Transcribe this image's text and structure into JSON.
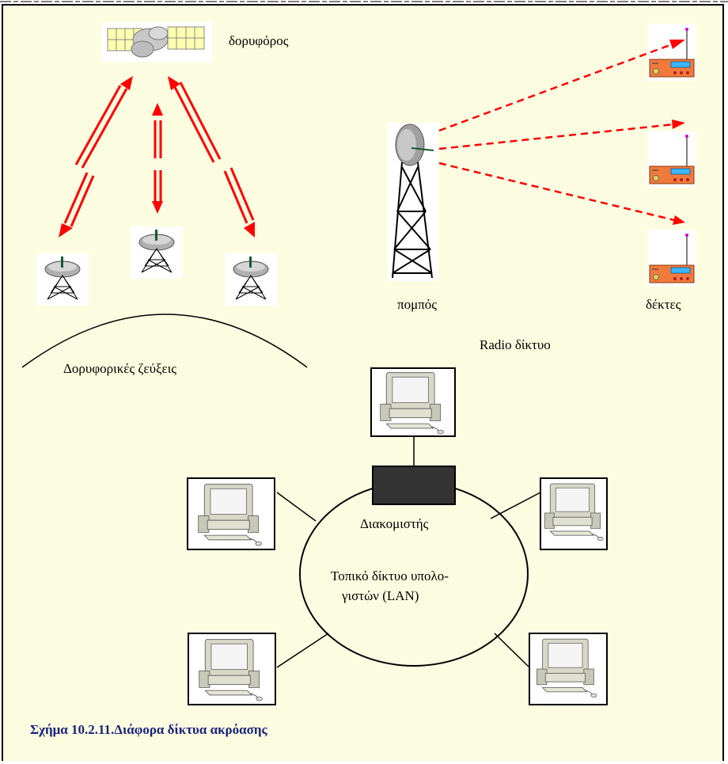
{
  "labels": {
    "satellite": "δορυφόρος",
    "transmitter": "πομπός",
    "receivers": "δέκτες",
    "radio_network": "Radio δίκτυο",
    "satellite_links": "Δορυφορικές ζεύξεις",
    "server": "Διακομιστής",
    "lan_line1": "Τοπικό δίκτυο υπολο-",
    "lan_line2": "γιστών (LAN)"
  },
  "caption": "Σχήμα 10.2.11.Διάφορα δίκτυα ακρόασης",
  "colors": {
    "background": "#fcfce0",
    "arrow": "#ff0000",
    "caption": "#1a237e",
    "server": "#333333",
    "receiver_body": "#f07a3c",
    "receiver_display": "#3ab7ff"
  },
  "icons": {
    "satellite": "satellite-icon",
    "dish": "satellite-dish-icon",
    "tower": "transmitter-tower-icon",
    "radio": "radio-receiver-icon",
    "computer": "desktop-computer-icon"
  }
}
